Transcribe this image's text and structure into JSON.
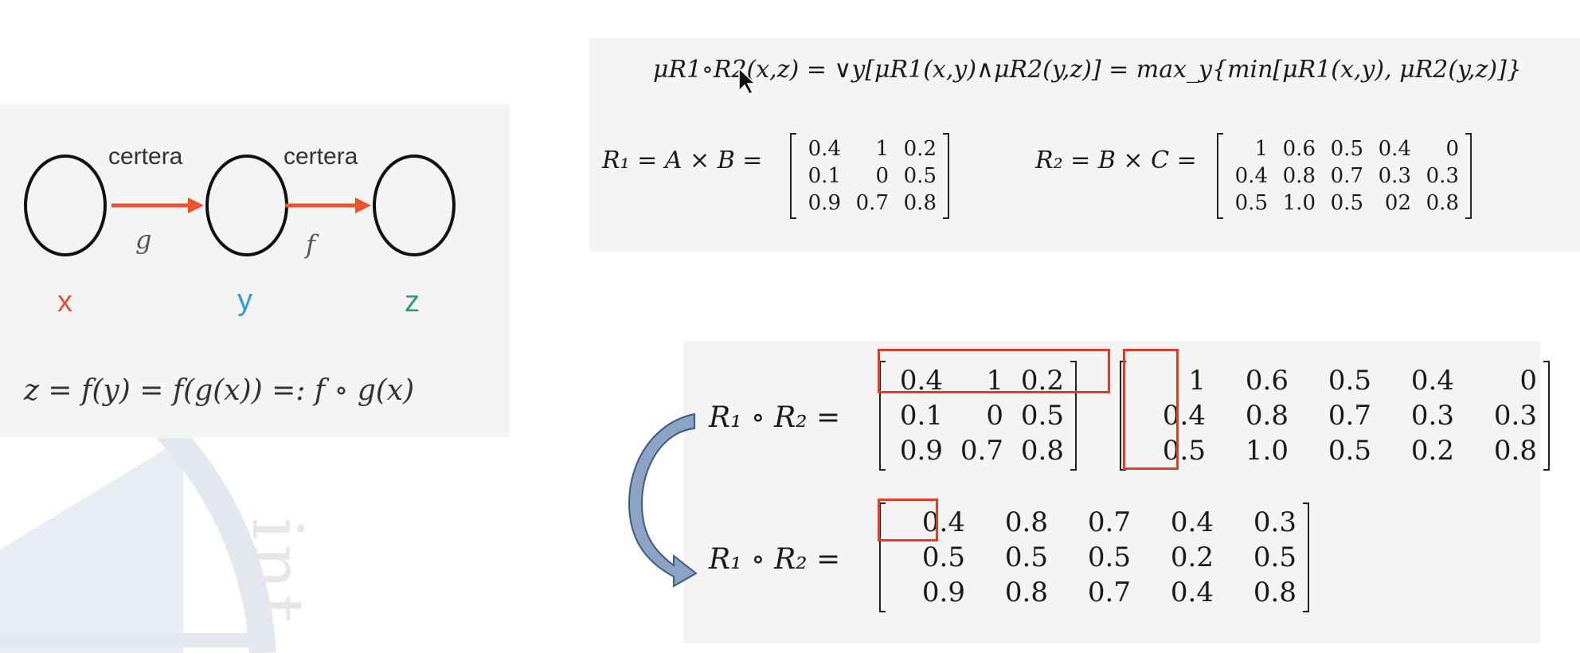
{
  "diagram": {
    "edge_label_1": "certera",
    "edge_label_2": "certera",
    "func_g": "g",
    "func_f": "f",
    "node_x": "x",
    "node_y": "y",
    "node_z": "z",
    "formula": "z = f(y) = f(g(x)) =: f ∘ g(x)"
  },
  "definition": {
    "formula": "μR1∘R2(x,z) = ∨y[μR1(x,y)∧μR2(y,z)] = max_y{min[μR1(x,y), μR2(y,z)]}"
  },
  "r1": {
    "lhs": "R₁ = A × B =",
    "rows": [
      [
        "0.4",
        "1",
        "0.2"
      ],
      [
        "0.1",
        "0",
        "0.5"
      ],
      [
        "0.9",
        "0.7",
        "0.8"
      ]
    ]
  },
  "r2": {
    "lhs": "R₂ = B × C =",
    "rows": [
      [
        "1",
        "0.6",
        "0.5",
        "0.4",
        "0"
      ],
      [
        "0.4",
        "0.8",
        "0.7",
        "0.3",
        "0.3"
      ],
      [
        "0.5",
        "1.0",
        "0.5",
        "02",
        "0.8"
      ]
    ]
  },
  "composition": {
    "lhs": "R₁ ∘ R₂ =",
    "r1_rows": [
      [
        "0.4",
        "1",
        "0.2"
      ],
      [
        "0.1",
        "0",
        "0.5"
      ],
      [
        "0.9",
        "0.7",
        "0.8"
      ]
    ],
    "r2_rows": [
      [
        "1",
        "0.6",
        "0.5",
        "0.4",
        "0"
      ],
      [
        "0.4",
        "0.8",
        "0.7",
        "0.3",
        "0.3"
      ],
      [
        "0.5",
        "1.0",
        "0.5",
        "0.2",
        "0.8"
      ]
    ]
  },
  "result": {
    "lhs": "R₁ ∘ R₂ =",
    "rows": [
      [
        "0.4",
        "0.8",
        "0.7",
        "0.4",
        "0.3"
      ],
      [
        "0.5",
        "0.5",
        "0.5",
        "0.2",
        "0.5"
      ],
      [
        "0.9",
        "0.8",
        "0.7",
        "0.4",
        "0.8"
      ]
    ]
  },
  "colors": {
    "highlight": "#e23c24",
    "x_color": "#e0533b",
    "y_color": "#2f9ad6",
    "z_color": "#2e9c80",
    "curve_fill": "#8ca3c4",
    "curve_stroke": "#3b5a85"
  },
  "watermark": "int"
}
